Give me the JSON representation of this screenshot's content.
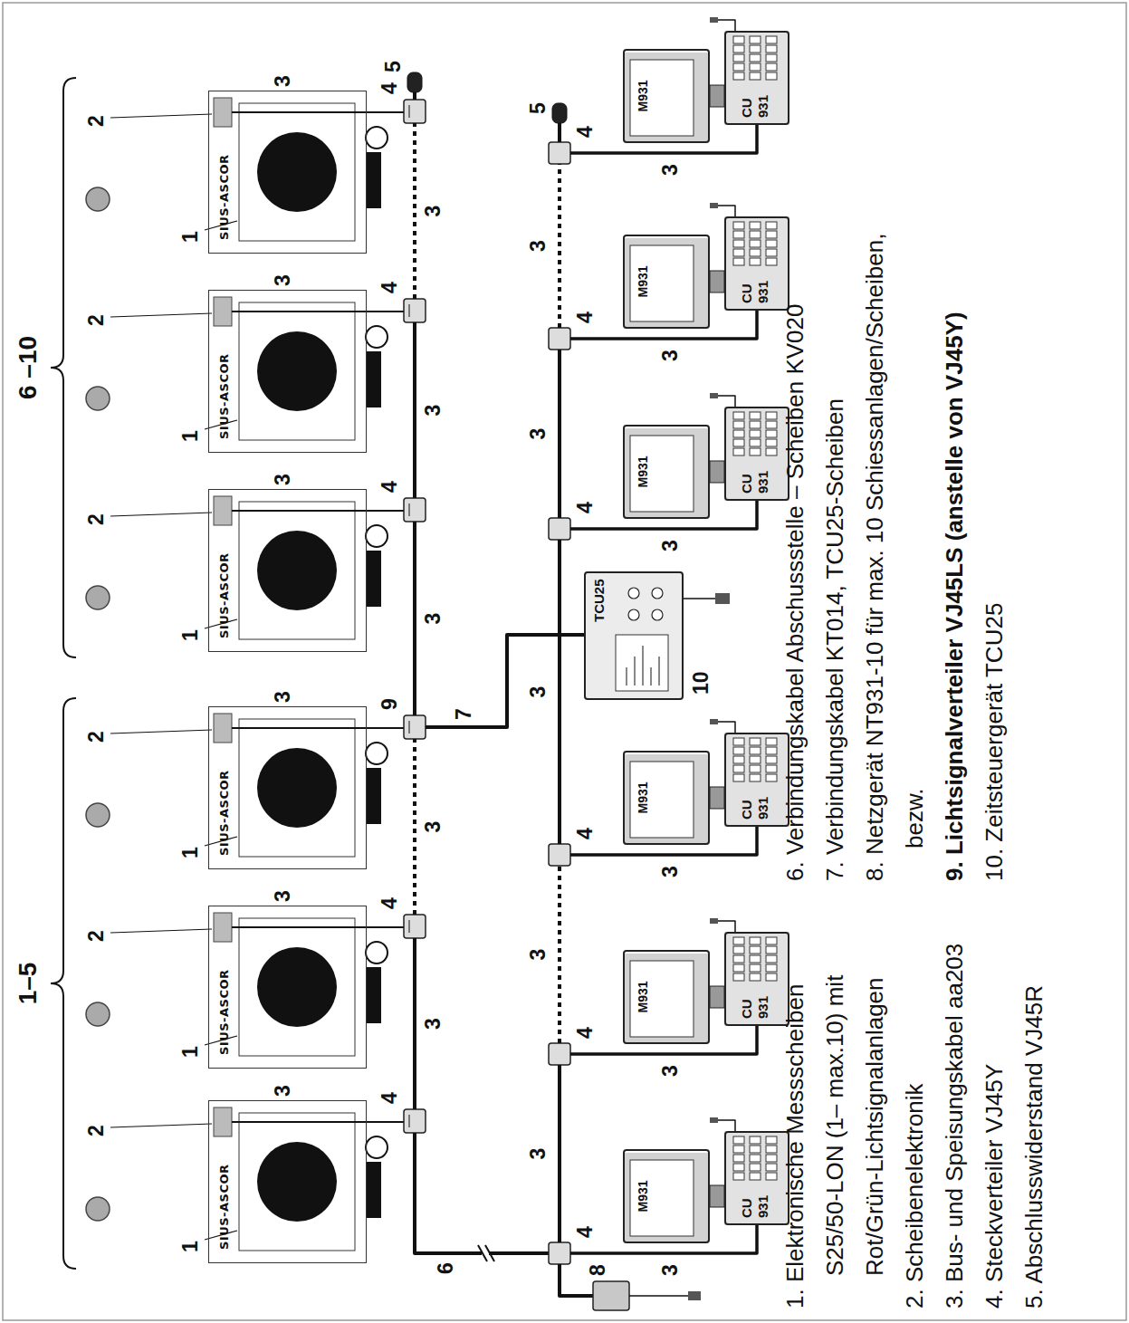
{
  "diagram": {
    "nodes": [
      {
        "text": [
          "SIUS-ASCOR"
        ]
      },
      {
        "text": [
          "SIUS-ASCOR"
        ]
      },
      {
        "text": [
          "SIUS-ASCOR"
        ]
      },
      {
        "text": [
          "SIUS-ASCOR"
        ]
      },
      {
        "text": [
          "SIUS-ASCOR"
        ]
      },
      {
        "text": [
          "SIUS-ASCOR"
        ]
      },
      {
        "text": [
          "TCU25"
        ]
      },
      {
        "text": [
          "M931"
        ]
      },
      {
        "text": [
          "CU 931"
        ]
      },
      {
        "text": [
          "M931"
        ]
      },
      {
        "text": [
          "CU 931"
        ]
      },
      {
        "text": [
          "M931"
        ]
      },
      {
        "text": [
          "CU 931"
        ]
      },
      {
        "text": [
          "M931"
        ]
      },
      {
        "text": [
          "CU 931"
        ]
      },
      {
        "text": [
          "M931"
        ]
      },
      {
        "text": [
          "CU 931"
        ]
      },
      {
        "text": [
          "M931"
        ]
      },
      {
        "text": [
          "CU 931"
        ]
      }
    ],
    "labels": [
      "1–5",
      "6 –10",
      "1",
      "2",
      "3",
      "4",
      "1",
      "2",
      "3",
      "4",
      "1",
      "2",
      "3",
      "9",
      "1",
      "2",
      "3",
      "4",
      "1",
      "2",
      "3",
      "4",
      "1",
      "2",
      "3",
      "4",
      "5",
      "3",
      "3",
      "3",
      "3",
      "3",
      "6",
      "7",
      "4",
      "3",
      "4",
      "3",
      "4",
      "3",
      "4",
      "3",
      "4",
      "3",
      "4",
      "3",
      "3",
      "3",
      "3",
      "3",
      "3",
      "5",
      "8",
      "10",
      "1. Elektronische Messscheiben S25/50-LON (1– max.10) mit Rot/Grün-Lichtsignalanlagen",
      "2. Scheibenelektronik",
      "3. Bus- und Speisungskabel aa203",
      "4. Steckverteiler VJ45Y",
      "5. Abschlusswiderstand VJ45R",
      "6. Verbindungskabel Abschussstelle – Scheiben KV020",
      "7. Verbindungskabel KT014, TCU25-Scheiben",
      "8. Netzgerät NT931-10 für max. 10 Schiessanlagen/Scheiben, bezw.",
      "9. Lichtsignalverteiler VJ45LS (anstelle von VJ45Y)",
      "10. Zeitsteuergerät TCU25"
    ]
  }
}
